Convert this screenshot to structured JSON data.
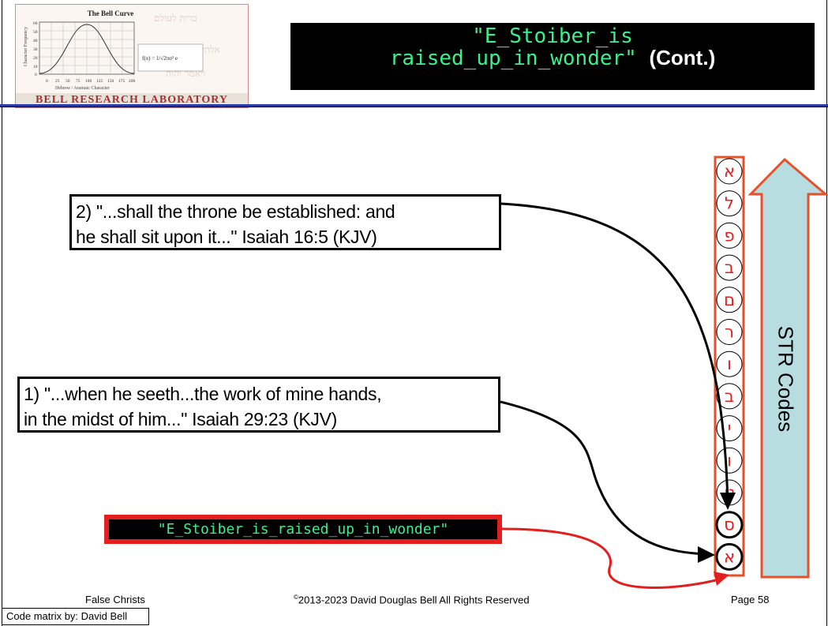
{
  "logo": {
    "chart_title": "The Bell Curve",
    "y_axis_label": "Character Frequency",
    "x_axis_label": "Hebrew / Aramaic Character",
    "y_ticks": [
      "60",
      "50",
      "40",
      "30",
      "20",
      "10",
      "0"
    ],
    "x_ticks": [
      "0",
      "25",
      "50",
      "75",
      "100",
      "125",
      "150",
      "175",
      "200"
    ],
    "banner": "BELL RESEARCH LABORATORY"
  },
  "title": {
    "line1": "\"E_Stoiber_is",
    "line2": "raised_up_in_wonder\"",
    "suffix": "(Cont.)"
  },
  "callouts": {
    "verse2_line1": "2) \"...shall the throne be established: and",
    "verse2_line2": "he shall sit upon it...\" Isaiah 16:5 (KJV)",
    "verse1_line1": "1) \"...when he seeth...the work of mine hands,",
    "verse1_line2": "in the midst of him...\" Isaiah 29:23 (KJV)"
  },
  "code_label": "\"E_Stoiber_is_raised_up_in_wonder\"",
  "letters": [
    "א",
    "ל",
    "פ",
    "ב",
    "ם",
    "ר",
    "ו",
    "ב",
    "י",
    "ו",
    "ט",
    "ס",
    "א"
  ],
  "arrow_label": "STR Codes",
  "footer": {
    "left": "False Christs",
    "copyright_symbol": "©",
    "center": "2013-2023 David Douglas Bell All Rights Reserved",
    "right": "Page 58"
  },
  "credit": "Code matrix by: David Bell",
  "colors": {
    "accent_green": "#3cf08c",
    "highlight_red": "#e41e1e",
    "arrow_fill": "#b8dde0",
    "arrow_border": "#e8502a",
    "rule_blue": "#2a3aa8"
  }
}
